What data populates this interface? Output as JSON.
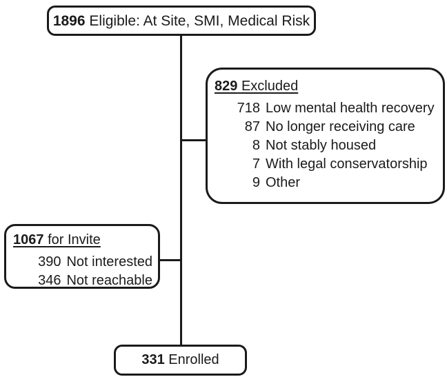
{
  "diagram": {
    "title": "participant-flow-diagram",
    "colors": {
      "border": "#1a1a1a",
      "text": "#1a1a1a",
      "background": "#ffffff"
    },
    "boxes": {
      "eligible": {
        "number": "1896",
        "label": "Eligible: At Site, SMI, Medical Risk"
      },
      "excluded": {
        "number": "829",
        "label": "Excluded",
        "items": [
          {
            "number": "718",
            "label": "Low mental health recovery"
          },
          {
            "number": "87",
            "label": "No longer receiving care"
          },
          {
            "number": "8",
            "label": "Not stably housed"
          },
          {
            "number": "7",
            "label": "With legal conservatorship"
          },
          {
            "number": "9",
            "label": "Other"
          }
        ]
      },
      "invite": {
        "number": "1067",
        "label": "for Invite",
        "items": [
          {
            "number": "390",
            "label": "Not interested"
          },
          {
            "number": "346",
            "label": "Not reachable"
          }
        ]
      },
      "enrolled": {
        "number": "331",
        "label": "Enrolled"
      }
    }
  }
}
